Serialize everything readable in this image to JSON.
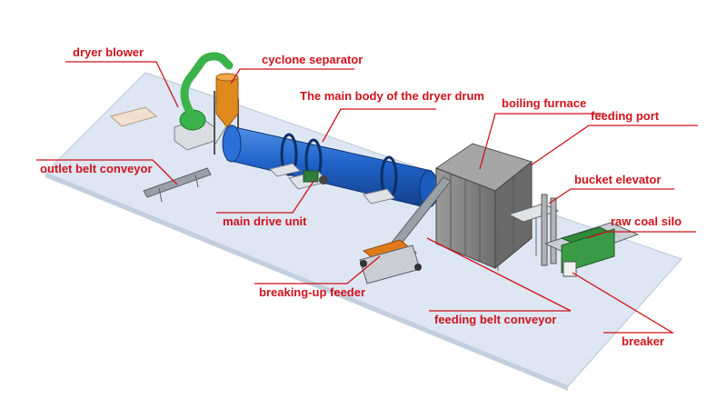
{
  "diagram": {
    "labels": {
      "dryer_blower": "dryer blower",
      "cyclone_separator": "cyclone separator",
      "dryer_drum": "The main body of the dryer drum",
      "boiling_furnace": "boiling furnace",
      "feeding_port": "feeding port",
      "outlet_belt_conveyor": "outlet belt conveyor",
      "bucket_elevator": "bucket elevator",
      "main_drive_unit": "main drive unit",
      "raw_coal_silo": "raw coal silo",
      "breaking_up_feeder": "breaking-up feeder",
      "feeding_belt_conveyor": "feeding belt conveyor",
      "breaker": "breaker"
    },
    "colors": {
      "label": "#d0121b",
      "floor": "#dde6f2",
      "drum": "#1f63c9",
      "blower_pipe": "#3bb24a",
      "cyclone": "#e08a1e",
      "furnace": "#8a8a8a",
      "conveyor": "#9aa0a8",
      "silo": "#2f8a3a",
      "feeder": "#e07a1a"
    }
  }
}
